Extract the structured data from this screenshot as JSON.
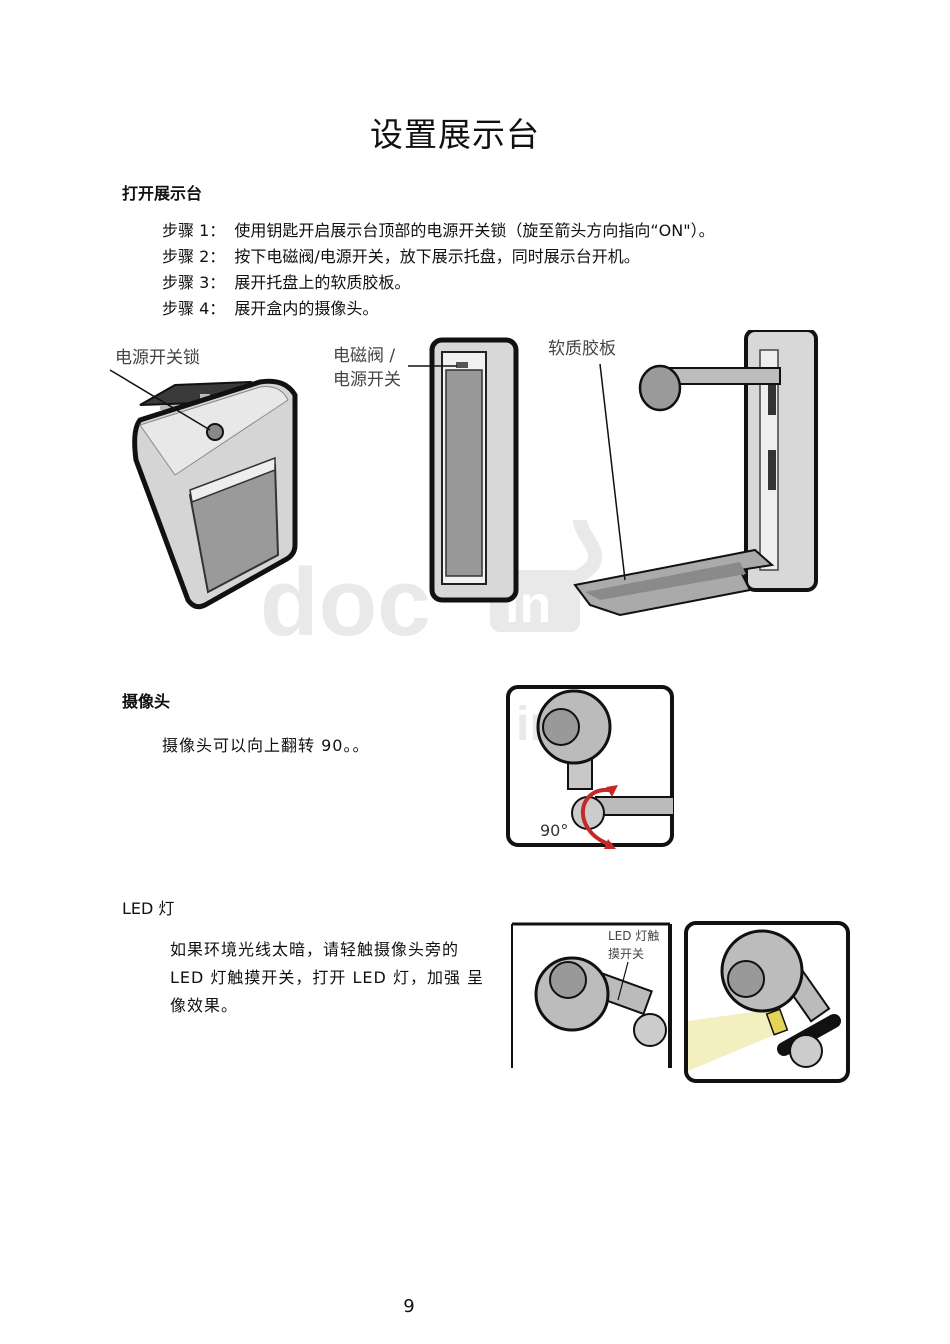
{
  "title": "设置展示台",
  "section_open": {
    "heading": "打开展示台",
    "steps": [
      {
        "label": "步骤 1：",
        "text": "使用钥匙开启展示台顶部的电源开关锁（旋至箭头方向指向“ON\"）。"
      },
      {
        "label": "步骤 2：",
        "text": "按下电磁阀/电源开关，放下展示托盘，同时展示台开机。"
      },
      {
        "label": "步骤 3：",
        "text": "展开托盘上的软质胶板。"
      },
      {
        "label": "步骤 4：",
        "text": "展开盒内的摄像头。"
      }
    ],
    "callouts": {
      "power_lock": "电源开关锁",
      "solenoid_line1": "电磁阀 /",
      "solenoid_line2": "电源开关",
      "soft_pad": "软质胶板"
    }
  },
  "section_camera": {
    "heading": "摄像头",
    "text": "摄像头可以向上翻转 90。。",
    "angle_label": "90°"
  },
  "section_led": {
    "heading": "LED 灯",
    "text_line1": "如果环境光线太暗，请轻触摄像头旁的",
    "text_line2": "LED 灯触摸开关，打开 LED 灯，加强 呈",
    "text_line3": "像效果。",
    "callout_line1": "LED 灯触",
    "callout_line2": "摸开关"
  },
  "watermark": {
    "text": "doc",
    "badge": "in"
  },
  "page_number": "9"
}
